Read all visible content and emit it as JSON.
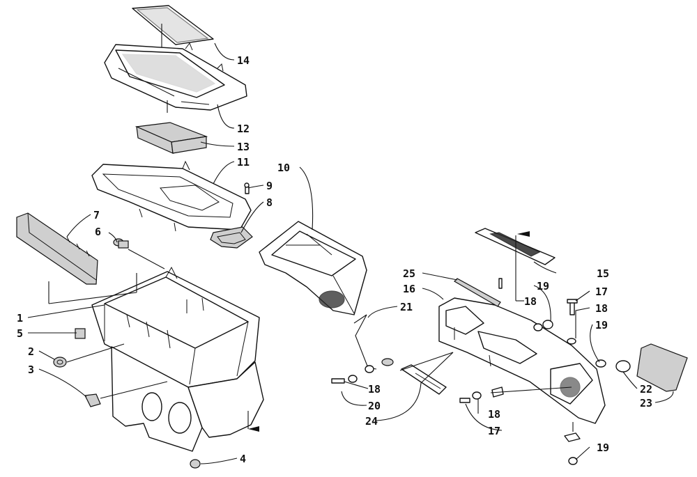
{
  "callouts": [
    {
      "id": "c1",
      "label": "1"
    },
    {
      "id": "c2",
      "label": "2"
    },
    {
      "id": "c3",
      "label": "3"
    },
    {
      "id": "c4",
      "label": "4"
    },
    {
      "id": "c5",
      "label": "5"
    },
    {
      "id": "c6",
      "label": "6"
    },
    {
      "id": "c7",
      "label": "7"
    },
    {
      "id": "c8",
      "label": "8"
    },
    {
      "id": "c9",
      "label": "9"
    },
    {
      "id": "c10",
      "label": "10"
    },
    {
      "id": "c11",
      "label": "11"
    },
    {
      "id": "c12",
      "label": "12"
    },
    {
      "id": "c13",
      "label": "13"
    },
    {
      "id": "c14",
      "label": "14"
    },
    {
      "id": "c15",
      "label": "15"
    },
    {
      "id": "c16",
      "label": "16"
    },
    {
      "id": "c17a",
      "label": "17"
    },
    {
      "id": "c17b",
      "label": "17"
    },
    {
      "id": "c18a",
      "label": "18"
    },
    {
      "id": "c18b",
      "label": "18"
    },
    {
      "id": "c18c",
      "label": "18"
    },
    {
      "id": "c18d",
      "label": "18"
    },
    {
      "id": "c19a",
      "label": "19"
    },
    {
      "id": "c19b",
      "label": "19"
    },
    {
      "id": "c19c",
      "label": "19"
    },
    {
      "id": "c20",
      "label": "20"
    },
    {
      "id": "c21",
      "label": "21"
    },
    {
      "id": "c22",
      "label": "22"
    },
    {
      "id": "c23",
      "label": "23"
    },
    {
      "id": "c24",
      "label": "24"
    },
    {
      "id": "c25",
      "label": "25"
    }
  ]
}
